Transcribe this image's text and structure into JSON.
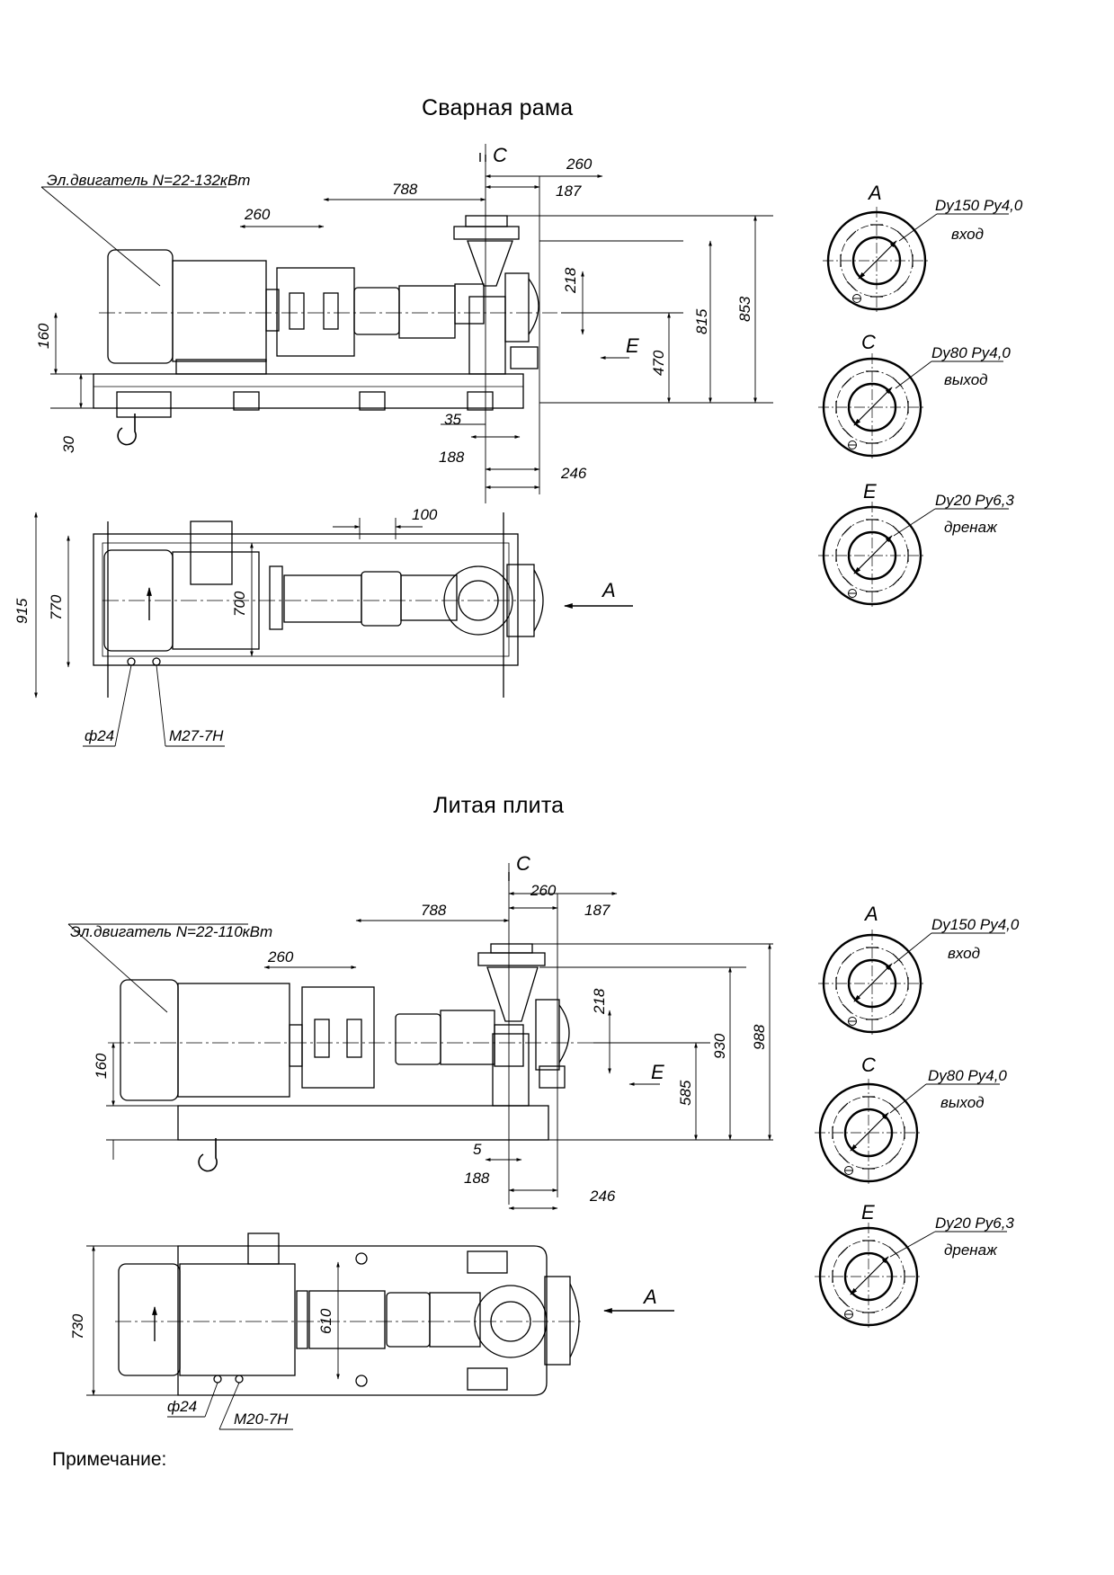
{
  "section1": {
    "title": "Сварная рама",
    "motor_label": "Эл.двигатель N=22-132кВт",
    "side_dims": [
      "788",
      "260",
      "260",
      "187",
      "218",
      "815",
      "853",
      "470",
      "160",
      "30",
      "35",
      "188",
      "246"
    ],
    "plan_dims": [
      "100",
      "915",
      "770",
      "700"
    ],
    "holes": [
      "ф24",
      "М27-7Н"
    ]
  },
  "section2": {
    "title": "Литая плита",
    "motor_label": "Эл.двигатель N=22-110кВт",
    "side_dims": [
      "788",
      "260",
      "260",
      "187",
      "218",
      "930",
      "988",
      "585",
      "160",
      "5",
      "188",
      "246"
    ],
    "plan_dims": [
      "730",
      "610"
    ],
    "holes": [
      "ф24",
      "М20-7Н"
    ]
  },
  "section_marks": [
    "C",
    "E",
    "A"
  ],
  "flanges_1": [
    {
      "mark": "A",
      "spec": "Dy150 Py4,0",
      "name": "вход"
    },
    {
      "mark": "C",
      "spec": "Dy80 Py4,0",
      "name": "выход"
    },
    {
      "mark": "E",
      "spec": "Dy20 Py6,3",
      "name": "дренаж"
    }
  ],
  "flanges_2": [
    {
      "mark": "A",
      "spec": "Dy150 Py4,0",
      "name": "вход"
    },
    {
      "mark": "C",
      "spec": "Dy80 Py4,0",
      "name": "выход"
    },
    {
      "mark": "E",
      "spec": "Dy20 Py6,3",
      "name": "дренаж"
    }
  ],
  "footer": {
    "note": "Примечание:"
  }
}
